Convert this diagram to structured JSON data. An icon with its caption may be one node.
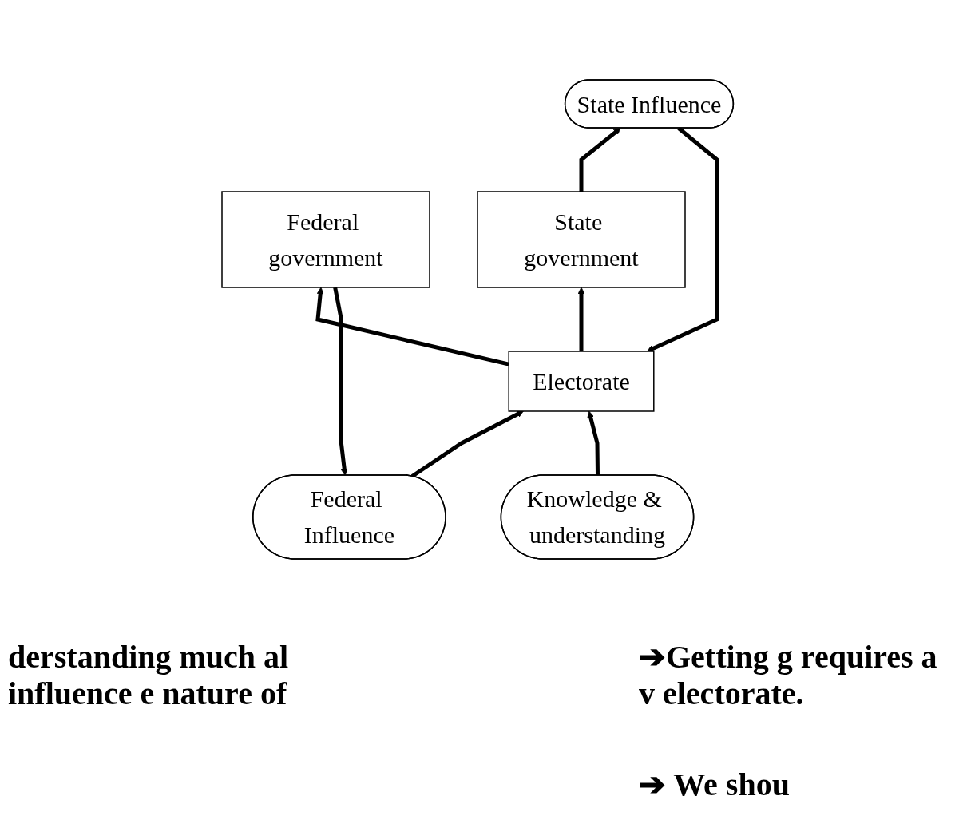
{
  "diagram": {
    "nodes": [
      {
        "text": [
          "Federal Influence"
        ]
      },
      {
        "text": [
          "State Influence"
        ]
      },
      {
        "text": [
          "Federal government"
        ]
      },
      {
        "text": [
          "State government"
        ]
      },
      {
        "text": [
          "Electorate"
        ]
      },
      {
        "text": [
          "Knowledge & understanding"
        ]
      }
    ],
    "edges": [
      {
        "from": 2,
        "to": 0,
        "arrow": "to"
      },
      {
        "from": 3,
        "to": 1,
        "arrow": "to"
      },
      {
        "from": 4,
        "to": 2,
        "arrow": "to"
      },
      {
        "from": 4,
        "to": 3,
        "arrow": "to"
      },
      {
        "from": 0,
        "to": 4,
        "arrow": "to"
      },
      {
        "from": 1,
        "to": 4,
        "arrow": "to"
      },
      {
        "from": 5,
        "to": 4,
        "arrow": "to"
      }
    ],
    "labels": [
      "derstanding much al influence e nature of",
      "➔Getting g requires a v electorate.",
      "➔ We shou"
    ]
  }
}
